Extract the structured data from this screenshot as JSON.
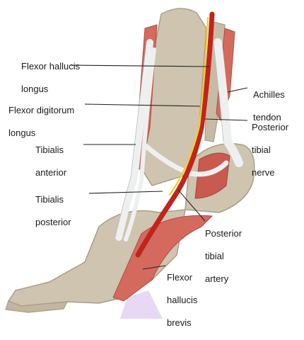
{
  "labels": {
    "flexor_hallucis_longus": [
      "Flexor hallucis",
      "longus"
    ],
    "flexor_digitorum_longus": [
      "Flexor digitorum",
      "longus"
    ],
    "tibialis_anterior": [
      "Tibialis",
      "anterior"
    ],
    "tibialis_posterior": [
      "Tibialis",
      "posterior"
    ],
    "achilles_tendon": [
      "Achilles",
      "tendon"
    ],
    "posterior_tibial_nerve": [
      "Posterior",
      "tibial",
      "nerve"
    ],
    "posterior_tibial_artery": [
      "Posterior",
      "tibial",
      "artery"
    ],
    "flexor_hallucis_brevis": [
      "Flexor",
      "hallucis",
      "brevis"
    ]
  },
  "colors": {
    "bone": "#cfc4b0",
    "bone_shadow": "#a99e88",
    "muscle": "#d46a5e",
    "muscle_dark": "#b24a40",
    "tendon": "#eef0f0",
    "artery": "#c0241c",
    "nerve": "#f2d21a",
    "leader": "#222222",
    "highlight": "#e7d8f4"
  }
}
